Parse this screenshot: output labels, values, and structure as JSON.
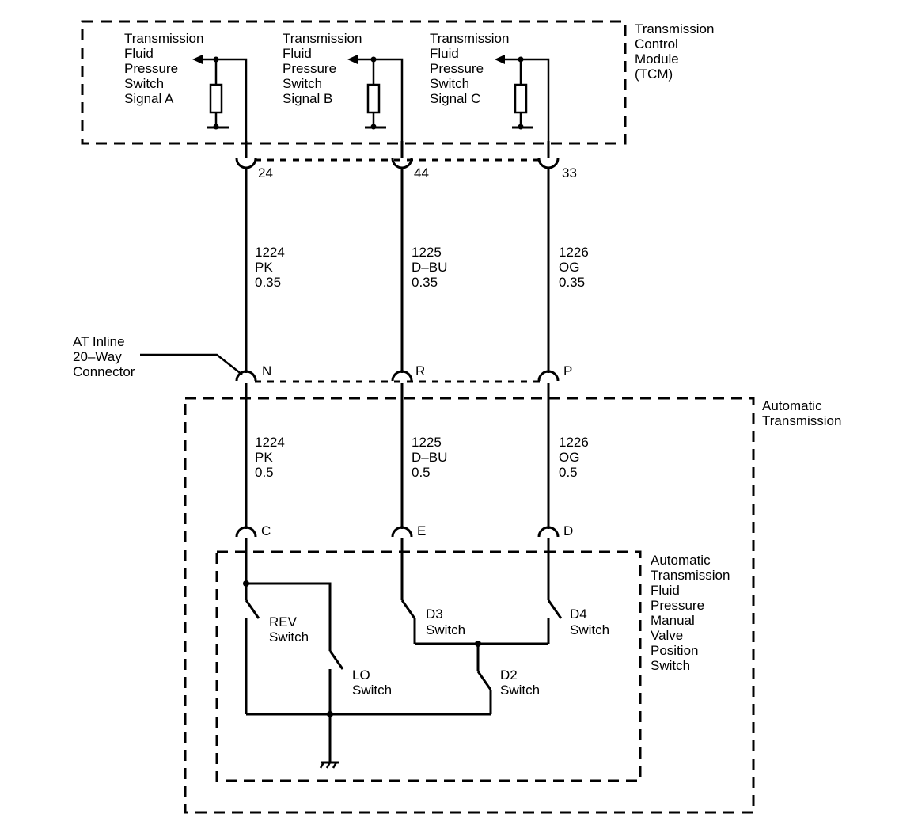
{
  "tcm": {
    "label": [
      "Transmission",
      "Control",
      "Module",
      "(TCM)"
    ],
    "signals": [
      {
        "label": [
          "Transmission",
          "Fluid",
          "Pressure",
          "Switch",
          "Signal A"
        ],
        "pin": "24"
      },
      {
        "label": [
          "Transmission",
          "Fluid",
          "Pressure",
          "Switch",
          "Signal B"
        ],
        "pin": "44"
      },
      {
        "label": [
          "Transmission",
          "Fluid",
          "Pressure",
          "Switch",
          "Signal C"
        ],
        "pin": "33"
      }
    ]
  },
  "wires_upper": [
    {
      "circuit": "1224",
      "color": "PK",
      "gauge": "0.35"
    },
    {
      "circuit": "1225",
      "color": "D–BU",
      "gauge": "0.35"
    },
    {
      "circuit": "1226",
      "color": "OG",
      "gauge": "0.35"
    }
  ],
  "inline_connector": {
    "label": [
      "AT Inline",
      "20–Way",
      "Connector"
    ],
    "pins": [
      "N",
      "R",
      "P"
    ]
  },
  "transmission": {
    "label": [
      "Automatic",
      "Transmission"
    ]
  },
  "wires_lower": [
    {
      "circuit": "1224",
      "color": "PK",
      "gauge": "0.5"
    },
    {
      "circuit": "1225",
      "color": "D–BU",
      "gauge": "0.5"
    },
    {
      "circuit": "1226",
      "color": "OG",
      "gauge": "0.5"
    }
  ],
  "switch_connector_pins": [
    "C",
    "E",
    "D"
  ],
  "switch_assembly": {
    "label": [
      "Automatic",
      "Transmission",
      "Fluid",
      "Pressure",
      "Manual",
      "Valve",
      "Position",
      "Switch"
    ],
    "switches": {
      "rev": [
        "REV",
        "Switch"
      ],
      "lo": [
        "LO",
        "Switch"
      ],
      "d3": [
        "D3",
        "Switch"
      ],
      "d4": [
        "D4",
        "Switch"
      ],
      "d2": [
        "D2",
        "Switch"
      ]
    }
  }
}
